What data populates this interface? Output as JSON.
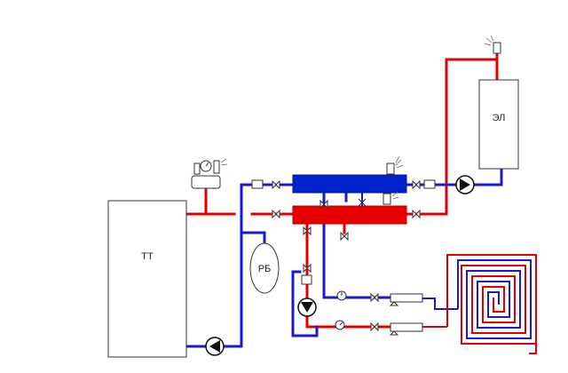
{
  "labels": {
    "solid_fuel_boiler": "ТТ",
    "electric_boiler": "ЭЛ",
    "expansion_tank": "РБ"
  },
  "colors": {
    "hot_line": "#e00000",
    "cold_line": "#1a1acc",
    "hot_fill": "#e60000",
    "cold_fill": "#0022cc",
    "equipment_fill": "#ffffff",
    "outline": "#333333",
    "background": "#ffffff"
  },
  "icons": {
    "pump": "pump-icon",
    "ball_valve": "ball-valve-icon",
    "filter": "strainer-icon",
    "air_vent": "air-vent-icon",
    "thermometer": "thermometer-icon",
    "pressure_gauge": "pressure-gauge-icon",
    "safety_group": "safety-group-icon",
    "floor_heating": "floor-heating-coil-icon",
    "three_way_valve": "three-way-valve-icon"
  }
}
